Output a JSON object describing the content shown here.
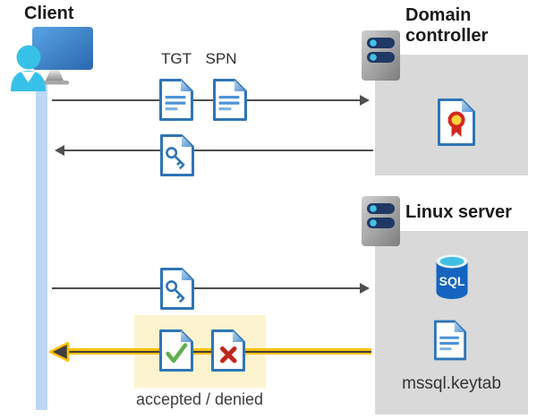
{
  "client": {
    "label": "Client"
  },
  "domain_controller": {
    "title": "Domain controller"
  },
  "linux_server": {
    "title": "Linux server",
    "sql_label": "SQL",
    "keytab_label": "mssql.keytab"
  },
  "flows": {
    "tgt_label": "TGT",
    "spn_label": "SPN",
    "result_label": "accepted / denied"
  },
  "icons": [
    "client-workstation-icon",
    "server-icon",
    "document-icon",
    "key-document-icon",
    "certificate-document-icon",
    "sql-database-icon",
    "check-document-icon",
    "x-document-icon"
  ],
  "colors": {
    "doc_border": "#2e75b6",
    "doc_lines": "#4f93d6",
    "timeline": "#bdd7f5",
    "box_gray": "#d9d9d9",
    "server_navy": "#1f3864",
    "server_dot": "#45c2e8",
    "person_cyan": "#38c1e8",
    "arrow_gray": "#4f4f4f",
    "yellow": "#ffc000",
    "highlight": "#fdf3cf",
    "check_green": "#5fae4e",
    "x_red": "#c0271d",
    "ribbon_red": "#d3281e",
    "ribbon_yellow": "#ffd23b",
    "sql_blue": "#1464c0"
  }
}
